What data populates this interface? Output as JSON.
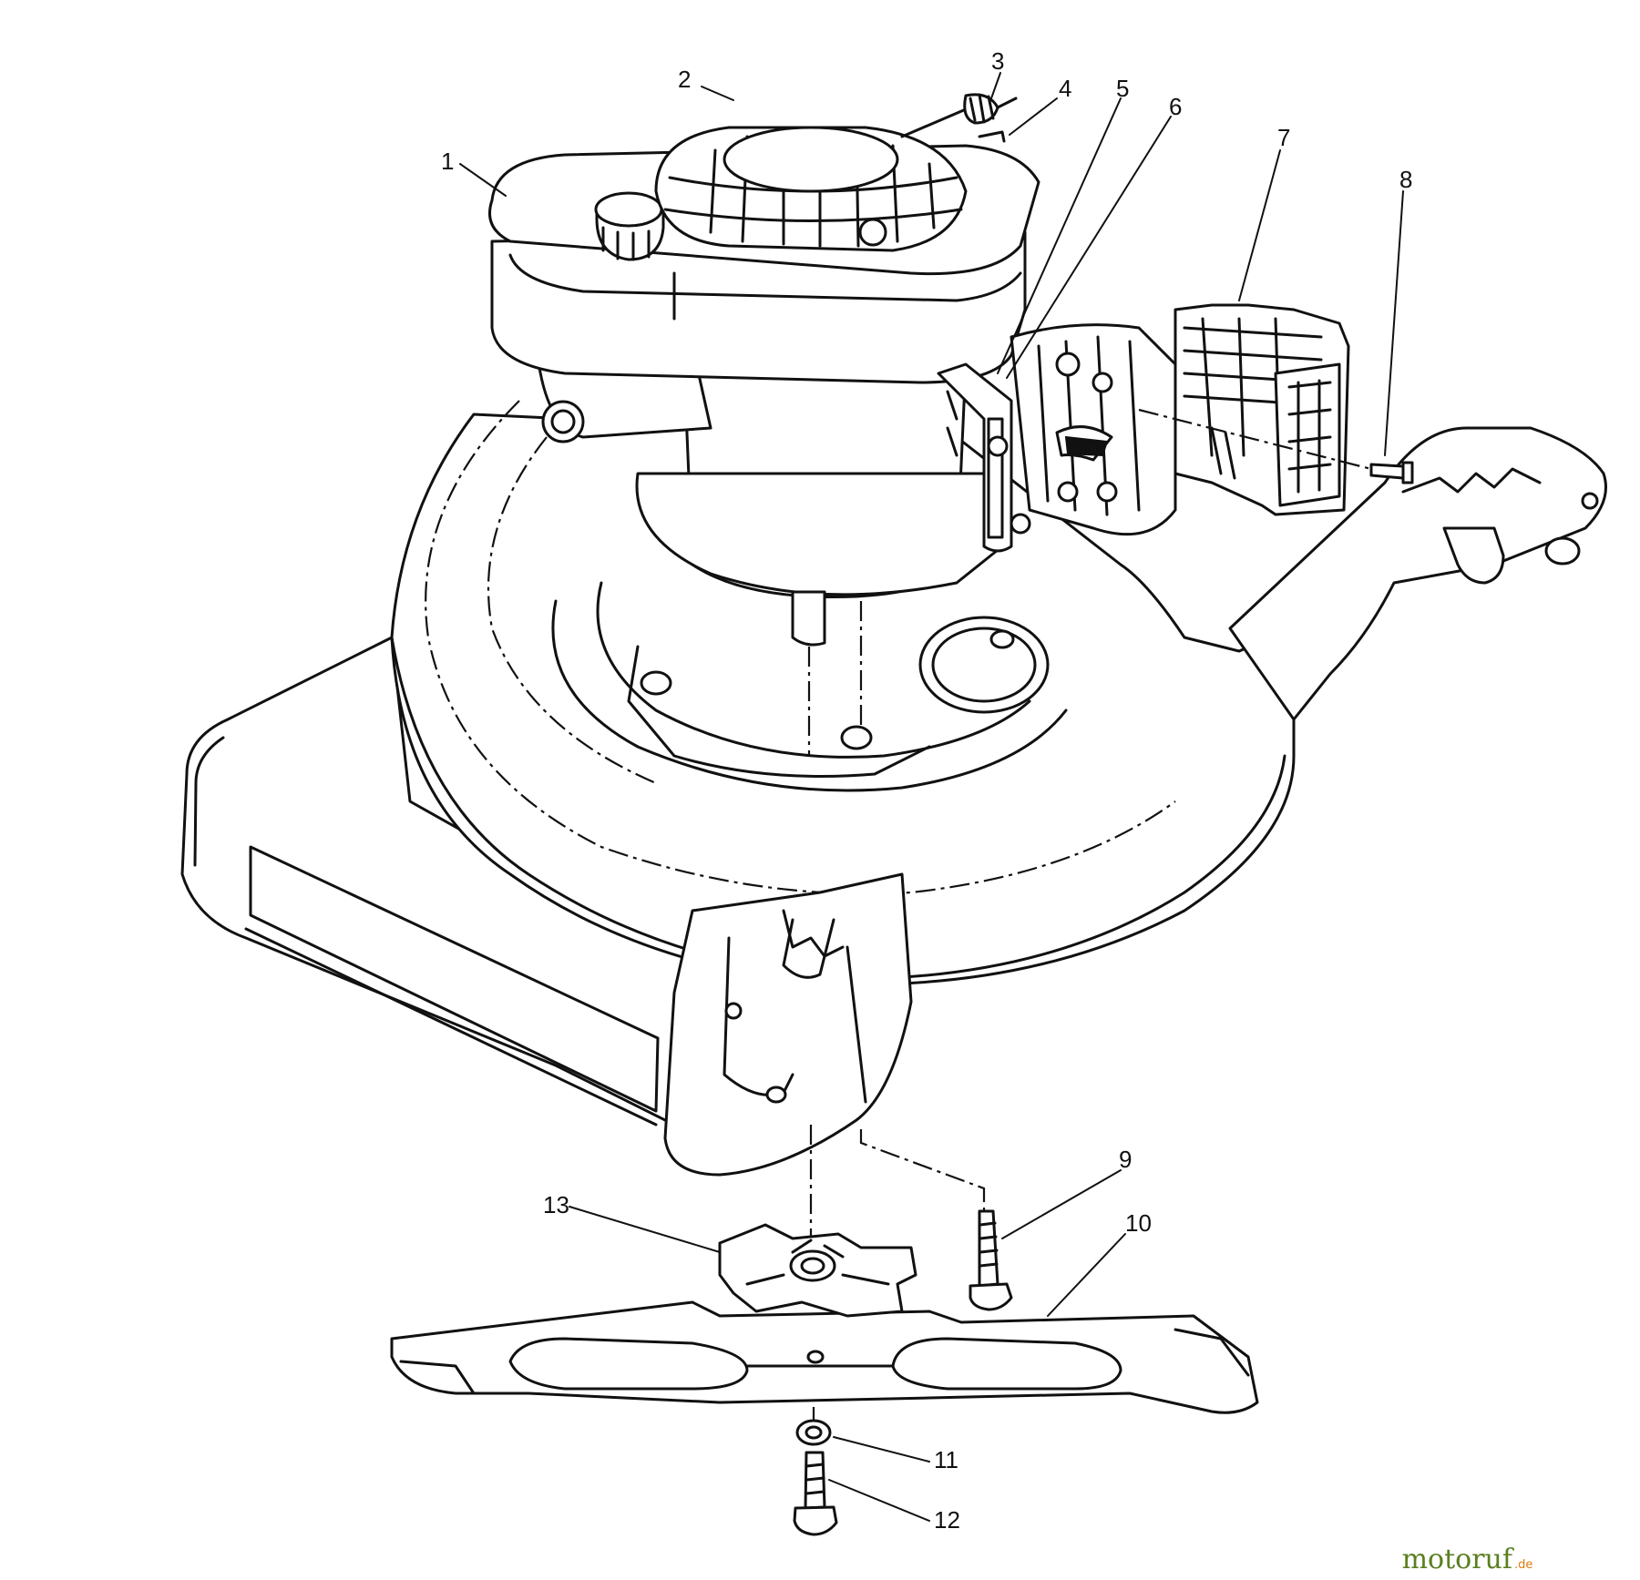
{
  "diagram": {
    "callouts": [
      {
        "id": "1",
        "label": "1"
      },
      {
        "id": "2",
        "label": "2"
      },
      {
        "id": "3",
        "label": "3"
      },
      {
        "id": "4",
        "label": "4"
      },
      {
        "id": "5",
        "label": "5"
      },
      {
        "id": "6",
        "label": "6"
      },
      {
        "id": "7",
        "label": "7"
      },
      {
        "id": "8",
        "label": "8"
      },
      {
        "id": "9",
        "label": "9"
      },
      {
        "id": "10",
        "label": "10"
      },
      {
        "id": "11",
        "label": "11"
      },
      {
        "id": "12",
        "label": "12"
      },
      {
        "id": "13",
        "label": "13"
      }
    ]
  },
  "watermark": {
    "text": "motoruf",
    "suffix": ".de",
    "colors": {
      "primary": "#5a7f1f",
      "dot": "#e07b10"
    }
  }
}
